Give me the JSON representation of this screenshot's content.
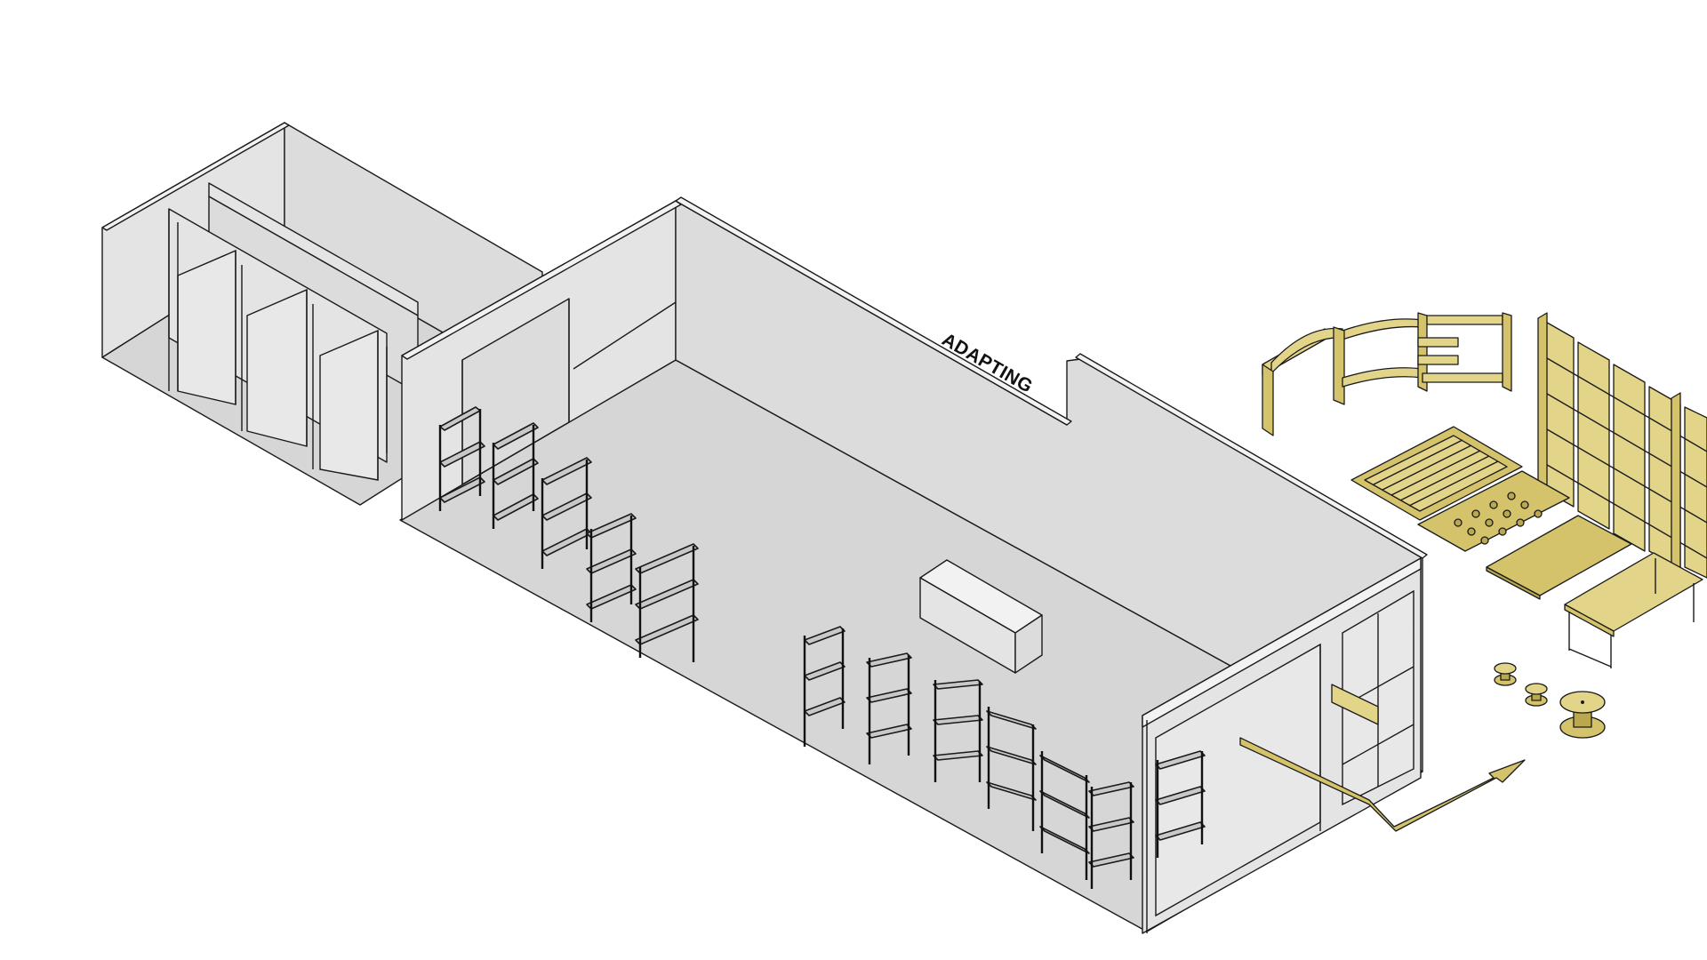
{
  "diagram": {
    "wall_label": "ADAPTING",
    "colors": {
      "background": "#ffffff",
      "walls": "#dcdcdc",
      "floor": "#d6d6d6",
      "accent_gold": "#d4c36a",
      "lines": "#1a1a1a"
    },
    "kit_components": [
      "curved-shelf-module",
      "grid-shelf-wall",
      "slatted-panel",
      "pegged-panel",
      "flat-panel",
      "table",
      "cable-spool-small-a",
      "cable-spool-small-b",
      "cable-spool-large"
    ]
  }
}
